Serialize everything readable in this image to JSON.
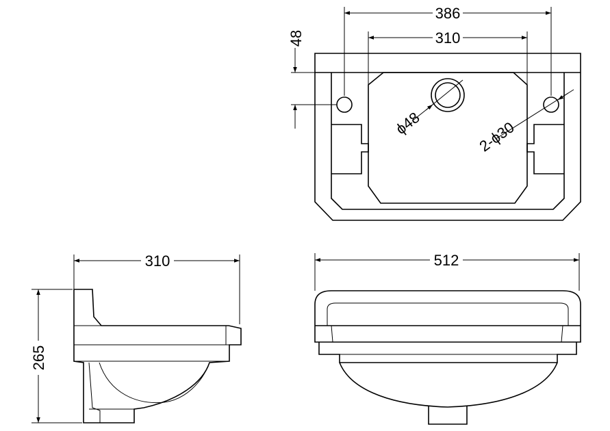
{
  "drawing": {
    "top_view": {
      "overall_hole_spacing": "386",
      "inner_width": "310",
      "back_depth": "48",
      "waste_hole": "ϕ48",
      "tap_holes": "2-ϕ30"
    },
    "side_view": {
      "depth": "310",
      "height": "265"
    },
    "front_view": {
      "width": "512"
    }
  }
}
